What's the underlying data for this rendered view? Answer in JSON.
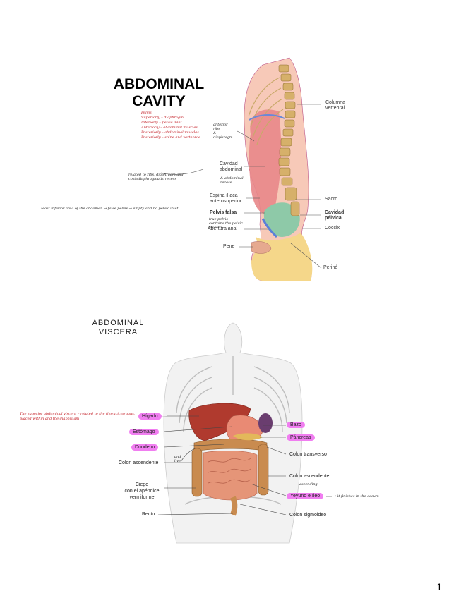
{
  "page_number": "1",
  "slide1": {
    "title_line1": "ABDOMINAL",
    "title_line2": "CAVITY",
    "red_notes": [
      "Pelvis",
      "Superiorly – diaphragm",
      "Inferiorly – pelvic inlet",
      "Anteriorly – abdominal muscles",
      "Posteriorly – abdominal muscles",
      "Posteriorly – spine and vertebrae"
    ],
    "black_note_left": "Most inferior area of the abdomen → false pelvis → empty and no pelvic inlet",
    "black_note_mid": "related to ribs, diaphragm and costodiaphragmatic recess",
    "black_note_upper": [
      "anterior",
      "ribs",
      "&",
      "diaphragm"
    ],
    "black_note_small": [
      "& abdominal recess"
    ],
    "black_note_pelvis": [
      "true pelvis",
      "contains the pelvic viscera"
    ],
    "labels": {
      "columna": [
        "Columna",
        "vertebral"
      ],
      "cavidad": [
        "Cavidad",
        "abdominal"
      ],
      "espina": [
        "Espina ilíaca",
        "anterosuperior"
      ],
      "pelvis_falsa": "Pelvis falsa",
      "abertura": "Abertura anal",
      "pene": "Pene",
      "sacro": "Sacro",
      "cavidad_pelvica": [
        "Cavidad",
        "pélvica"
      ],
      "coccix": "Cóccix",
      "perine": "Periné"
    }
  },
  "slide2": {
    "title_line1": "ABDOMINAL",
    "title_line2": "VISCERA",
    "red_note": "The superior abdominal viscera – related to the thoracic organs, placed within and the diaphragm",
    "black_note_liver": [
      "and",
      "liver"
    ],
    "black_note_ileum": "→ it finishes in the cecum",
    "black_note_colon": "ascending",
    "left_labels": {
      "higado": "Hígado",
      "estomago": "Estómago",
      "duodeno": "Duodeno",
      "colon_asc": "Colon ascendente",
      "ciego": [
        "Ciego",
        "con el apéndice",
        "vermiforme"
      ],
      "recto": "Recto"
    },
    "right_labels": {
      "bazo": "Bazo",
      "pancreas": "Páncreas",
      "colon_trans": "Colon transverso",
      "colon_asc2": "Colon ascendente",
      "yeyuno": "Yeyuno e íleo",
      "colon_sig": "Colon sigmoideo"
    },
    "colors": {
      "highlight": "#f07ef0",
      "note_red": "#c0141c"
    }
  }
}
